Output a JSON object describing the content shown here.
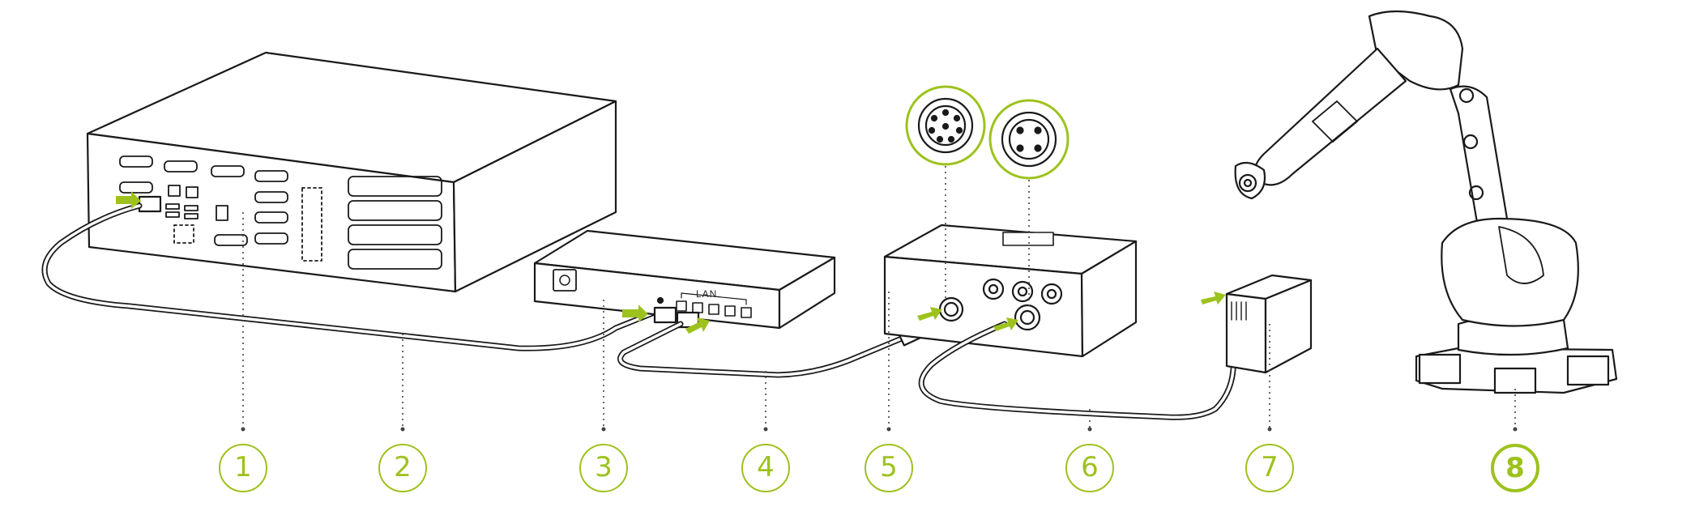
{
  "callouts": [
    {
      "n": "1",
      "text": "①",
      "target": "industrial-pc"
    },
    {
      "n": "2",
      "text": "②",
      "target": "ethernet-cable-1"
    },
    {
      "n": "3",
      "text": "③",
      "target": "network-switch"
    },
    {
      "n": "4",
      "text": "④",
      "target": "ethernet-cable-2"
    },
    {
      "n": "5",
      "text": "⑤",
      "target": "connector-box"
    },
    {
      "n": "6",
      "text": "⑥",
      "target": "signal-cable"
    },
    {
      "n": "7",
      "text": "⑦",
      "target": "terminal-module"
    },
    {
      "n": "8",
      "text": "⑧",
      "target": "industrial-robot"
    }
  ],
  "switch": {
    "port_label": "LAN"
  },
  "connector_zooms": [
    {
      "name": "8-pin-connector",
      "pins": 8
    },
    {
      "name": "4-pin-connector",
      "pins": 4
    }
  ],
  "colors": {
    "accent": "#9dc21e",
    "line": "#1a1a1a",
    "leader": "#444444"
  }
}
